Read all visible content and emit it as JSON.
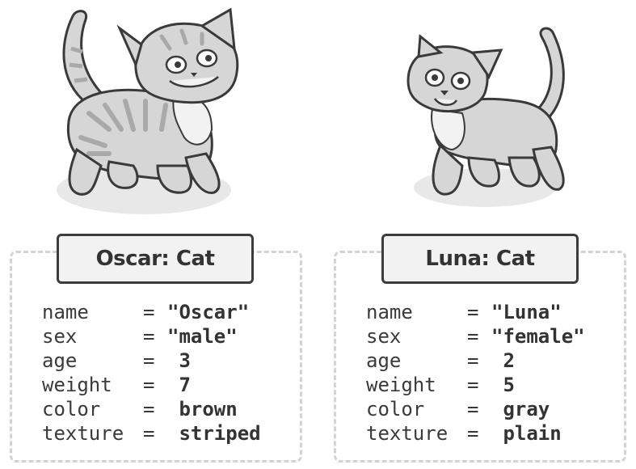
{
  "objects": [
    {
      "title": "Oscar: Cat",
      "fields": [
        {
          "key": "name",
          "eq": "=",
          "value": "\"Oscar\""
        },
        {
          "key": "sex",
          "eq": "=",
          "value": "\"male\""
        },
        {
          "key": "age",
          "eq": "=",
          "value": " 3"
        },
        {
          "key": "weight",
          "eq": "=",
          "value": " 7"
        },
        {
          "key": "color",
          "eq": "=",
          "value": " brown"
        },
        {
          "key": "texture",
          "eq": "=",
          "value": " striped"
        }
      ]
    },
    {
      "title": "Luna: Cat",
      "fields": [
        {
          "key": "name",
          "eq": "=",
          "value": "\"Luna\""
        },
        {
          "key": "sex",
          "eq": "=",
          "value": "\"female\""
        },
        {
          "key": "age",
          "eq": "=",
          "value": " 2"
        },
        {
          "key": "weight",
          "eq": "=",
          "value": " 5"
        },
        {
          "key": "color",
          "eq": "=",
          "value": " gray"
        },
        {
          "key": "texture",
          "eq": "=",
          "value": " plain"
        }
      ]
    }
  ],
  "colors": {
    "cat_fill": "#d6d6d6",
    "cat_stripe": "#a9a9a9",
    "outline": "#3a3a3a",
    "title_bg": "#f2f2f2",
    "dash": "#d3d3d3"
  }
}
